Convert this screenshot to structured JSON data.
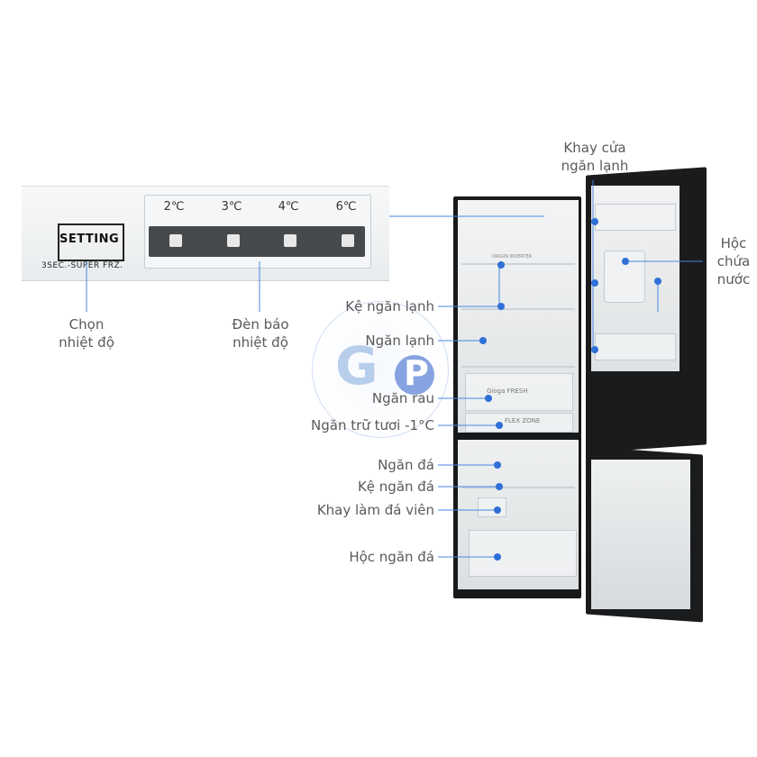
{
  "panel": {
    "setting_label": "SETTING",
    "setting_sub": "3SEC.-SUPER FRZ.",
    "temps": [
      "2℃",
      "3℃",
      "4℃",
      "6℃"
    ]
  },
  "labels": {
    "chon_nhiet_do": [
      "Chọn",
      "nhiệt độ"
    ],
    "den_bao_nhiet_do": [
      "Đèn báo",
      "nhiệt độ"
    ],
    "khay_cua": [
      "Khay cửa",
      "ngăn lạnh"
    ],
    "hoc_chua_nuoc": [
      "Hộc",
      "chứa",
      "nước"
    ],
    "ke_ngan_lanh": "Kệ ngăn lạnh",
    "ngan_lanh": "Ngăn lạnh",
    "ngan_rau": "Ngăn rau",
    "ngan_tru_tuoi": "Ngăn trữ tươi -1°C",
    "ngan_da": "Ngăn đá",
    "ke_ngan_da": "Kệ ngăn đá",
    "khay_lam_da": "Khay làm đá viên",
    "hoc_ngan_da": "Hộc ngăn đá"
  },
  "fridge_marks": {
    "fresh_zone": "Gioga FRESH",
    "flex_zone": "FLEX ZONE",
    "brand_strip": "ORIGIN INVERTER"
  },
  "colors": {
    "dot": "#2f6fd6",
    "line": "#4a86e0",
    "body": "#18191b"
  },
  "watermark": {
    "letters": [
      "G",
      "P"
    ]
  }
}
